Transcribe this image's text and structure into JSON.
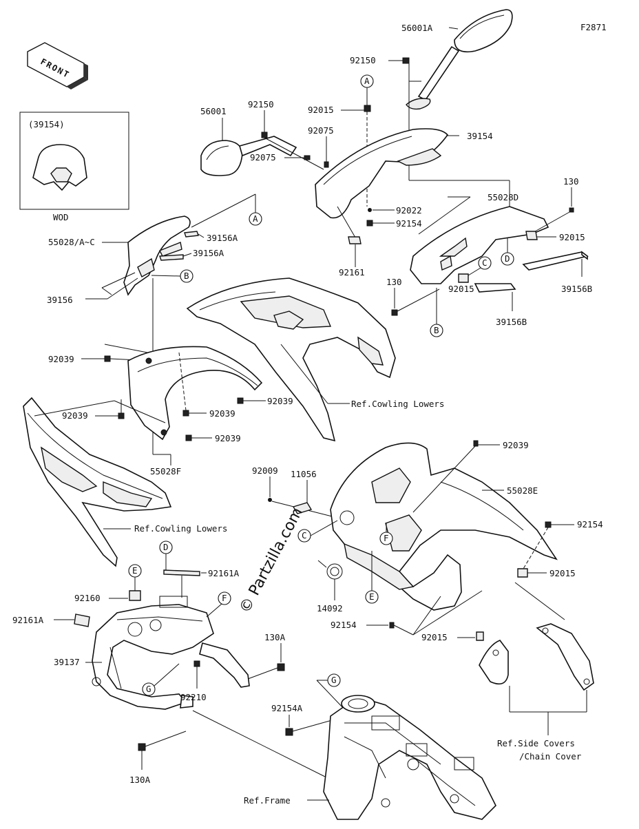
{
  "diagram_code": "F2871",
  "front_label": "FRONT",
  "watermark": "© Partzilla.com",
  "inset": {
    "code": "(39154)",
    "caption": "WOD"
  },
  "callouts": {
    "A1": "A",
    "A2": "A",
    "B1": "B",
    "B2": "B",
    "C1": "C",
    "C2": "C",
    "D1": "D",
    "D2": "D",
    "E1": "E",
    "E2": "E",
    "F1": "F",
    "F2": "F",
    "G1": "G",
    "G2": "G"
  },
  "labels": {
    "p56001A": "56001A",
    "p92150a": "92150",
    "p92150b": "92150",
    "p56001": "56001",
    "p92015a": "92015",
    "p92075a": "92075",
    "p39154": "39154",
    "p92075b": "92075",
    "p92022": "92022",
    "p92154a": "92154",
    "p92161": "92161",
    "p55028D": "55028D",
    "p130a": "130",
    "p92015b": "92015",
    "p39156Ba": "39156B",
    "p130b": "130",
    "p92015c": "92015",
    "p39156Bb": "39156B",
    "p39156Aa": "39156A",
    "p55028AC": "55028/A~C",
    "p39156Ab": "39156A",
    "p39156": "39156",
    "p92039a": "92039",
    "p92039b": "92039",
    "p92039c": "92039",
    "p92039d": "92039",
    "p92039e": "92039",
    "p92039f": "92039",
    "p55028F": "55028F",
    "refCowl1": "Ref.Cowling Lowers",
    "refCowl2": "Ref.Cowling Lowers",
    "p92009": "92009",
    "p11056": "11056",
    "p55028E": "55028E",
    "p92154b": "92154",
    "p92015d": "92015",
    "p14092": "14092",
    "p92154c": "92154",
    "p92015e": "92015",
    "p92161Aa": "92161A",
    "p92160": "92160",
    "p92161Ab": "92161A",
    "p39137": "39137",
    "p92210": "92210",
    "p130Aa": "130A",
    "p92154A": "92154A",
    "p130Ab": "130A",
    "refSide1": "Ref.Side Covers",
    "refSide2": "/Chain Cover",
    "refFrame": "Ref.Frame"
  }
}
